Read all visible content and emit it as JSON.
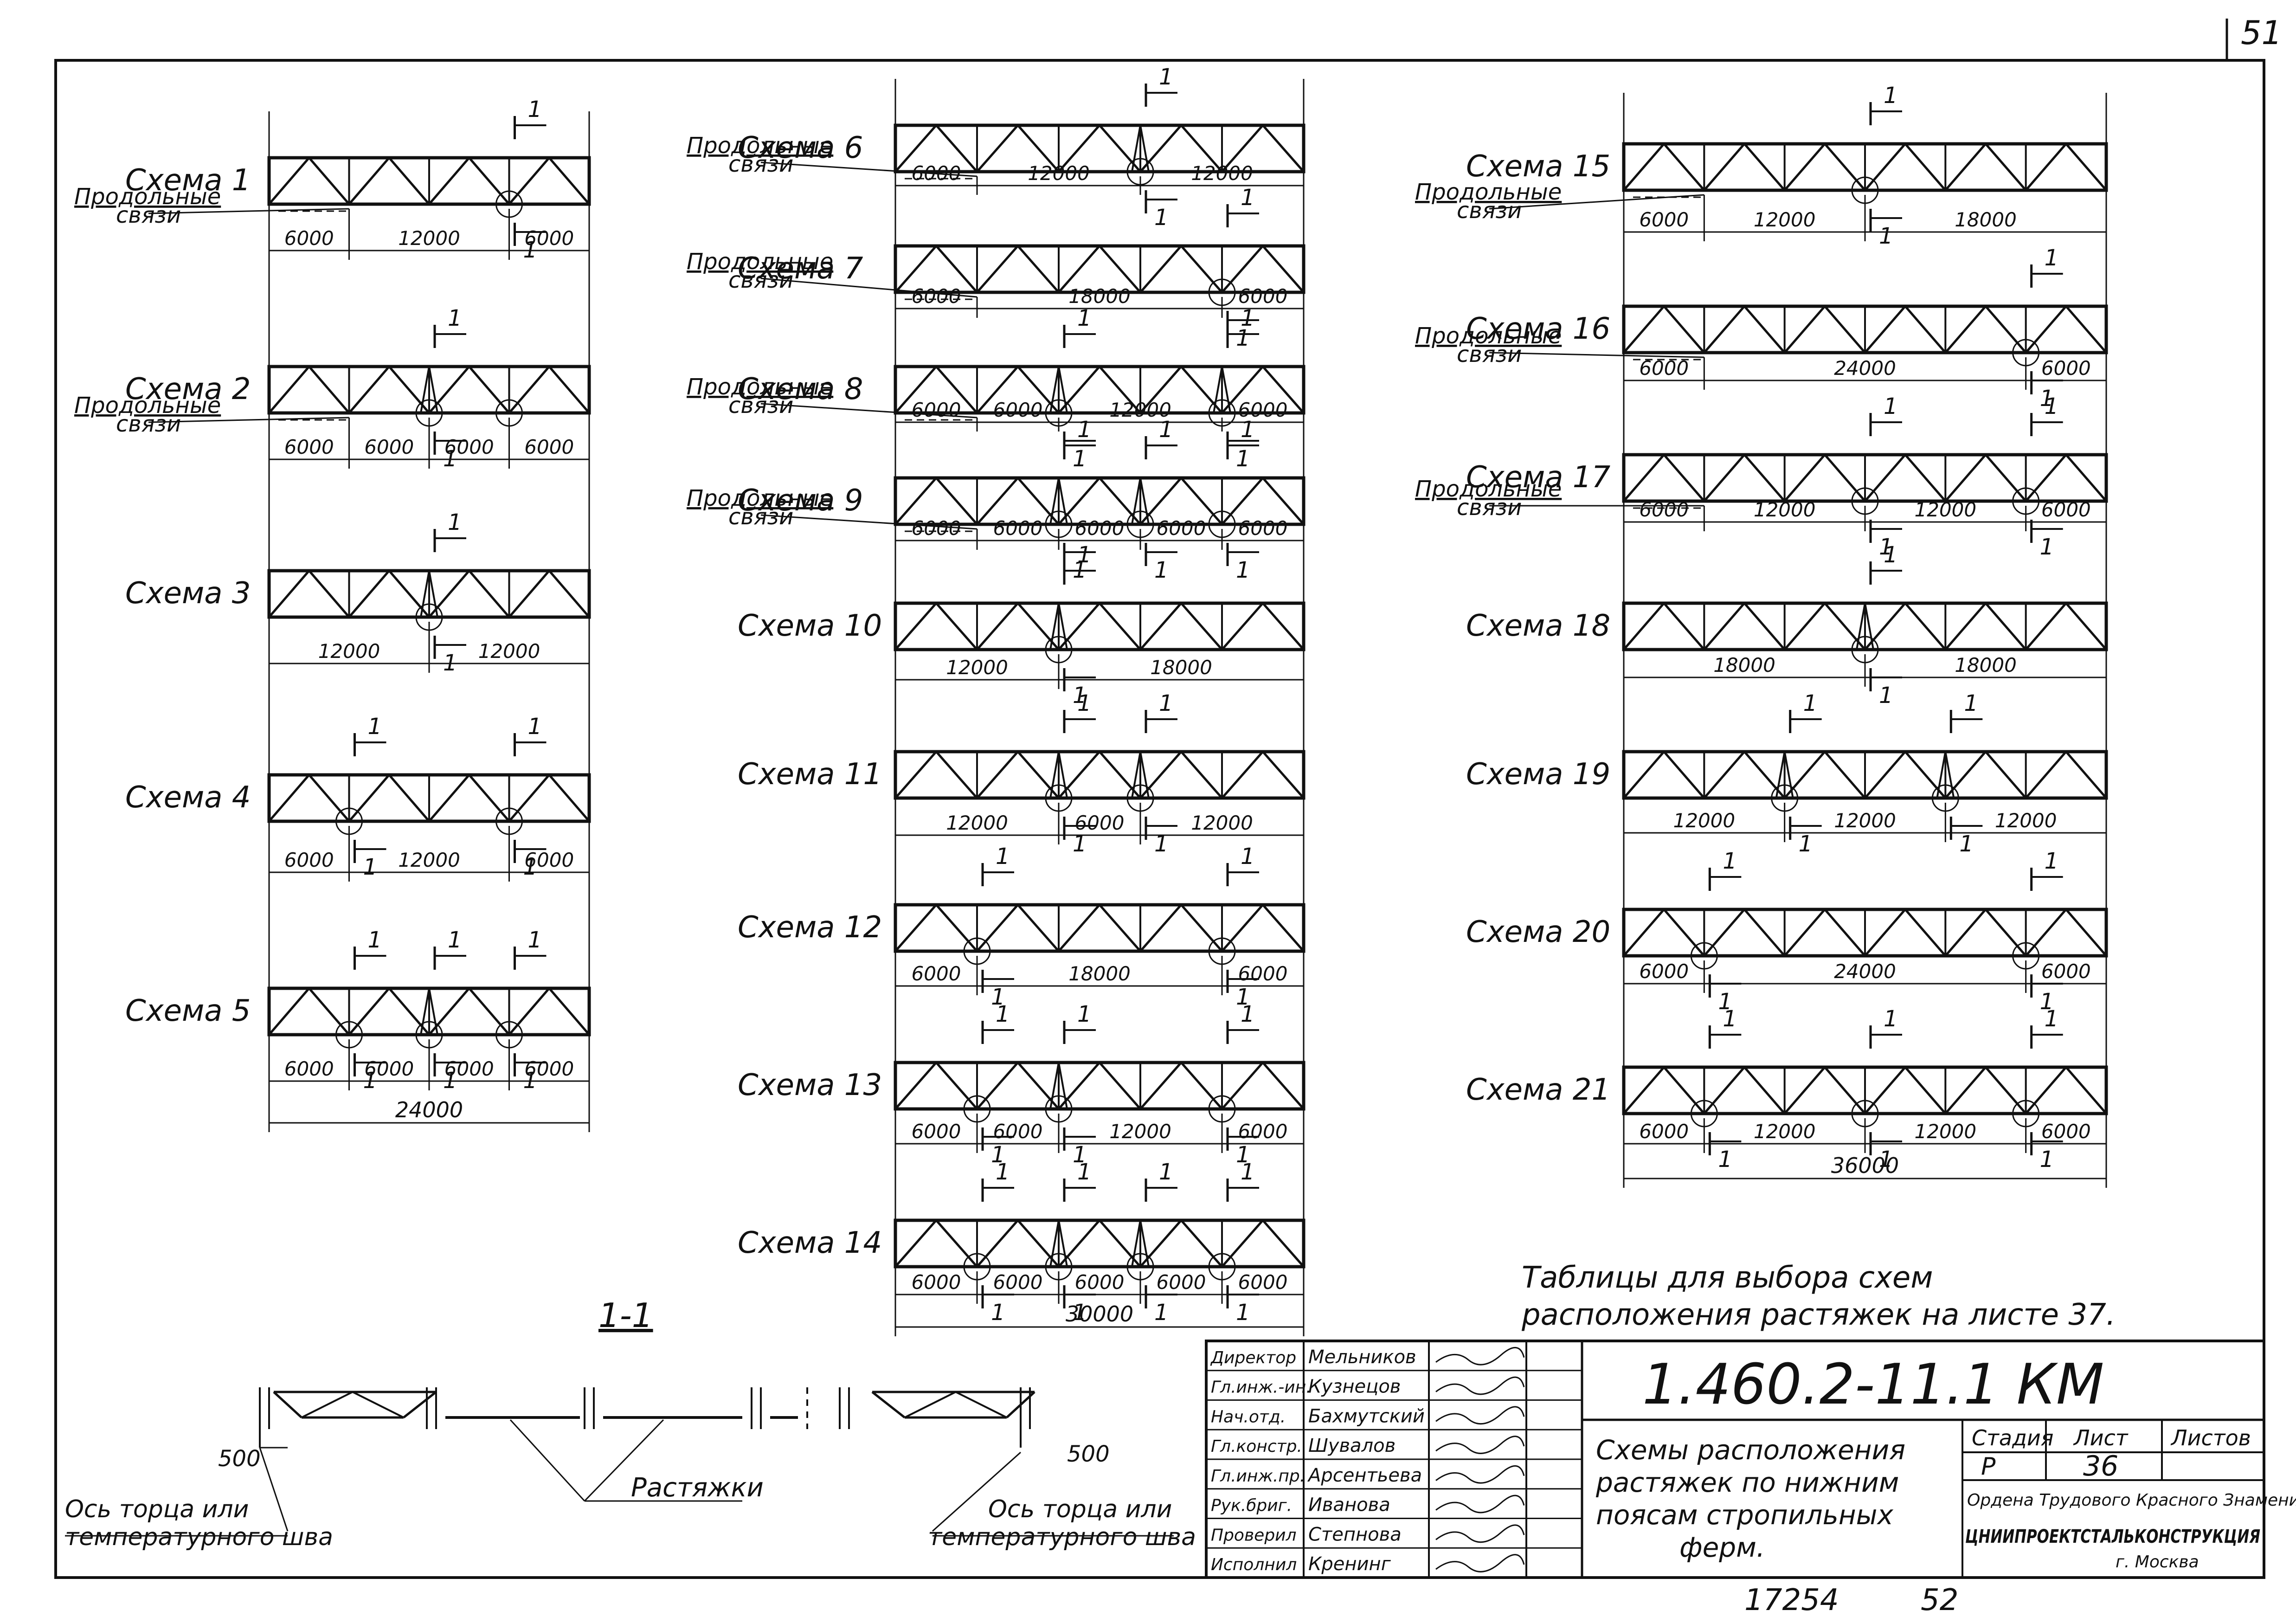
{
  "sheet_corner_number": "51",
  "schemes": [
    {
      "label": "Схема 1",
      "panels": [
        1,
        2,
        1
      ],
      "dims": [
        "6000",
        "12000",
        "6000"
      ],
      "marks": [
        3
      ],
      "splices": [],
      "tie_label": "Продольные связи"
    },
    {
      "label": "Схема 2",
      "panels": [
        1,
        1,
        1,
        1
      ],
      "dims": [
        "6000",
        "6000",
        "6000",
        "6000"
      ],
      "marks": [
        2
      ],
      "splices": [
        2
      ],
      "extra_circles": [
        3
      ],
      "tie_label": "Продольные связи"
    },
    {
      "label": "Схема 3",
      "panels": [
        2,
        2
      ],
      "dims": [
        "12000",
        "12000"
      ],
      "marks": [
        2
      ],
      "splices": [
        2
      ]
    },
    {
      "label": "Схема 4",
      "panels": [
        1,
        2,
        1
      ],
      "dims": [
        "6000",
        "12000",
        "6000"
      ],
      "marks": [
        1,
        3
      ],
      "splices": []
    },
    {
      "label": "Схема 5",
      "panels": [
        1,
        1,
        1,
        1
      ],
      "dims": [
        "6000",
        "6000",
        "6000",
        "6000"
      ],
      "marks": [
        1,
        2,
        3
      ],
      "splices": [
        2
      ],
      "total": "24000"
    },
    {
      "label": "Схема 6",
      "panels": [
        1,
        2,
        2
      ],
      "dims": [
        "6000",
        "12000",
        "12000"
      ],
      "marks": [
        3
      ],
      "splices": [
        3
      ],
      "tie_label": "Продольные связи"
    },
    {
      "label": "Схема 7",
      "panels": [
        1,
        3,
        1
      ],
      "dims": [
        "6000",
        "18000",
        "6000"
      ],
      "marks": [
        4
      ],
      "splices": [],
      "tie_label": "Продольные связи"
    },
    {
      "label": "Схема 8",
      "panels": [
        1,
        1,
        2,
        1
      ],
      "dims": [
        "6000",
        "6000",
        "12000",
        "6000"
      ],
      "marks": [
        2,
        4
      ],
      "splices": [
        2,
        4
      ],
      "tie_label": "Продольные связи"
    },
    {
      "label": "Схема 9",
      "panels": [
        1,
        1,
        1,
        1,
        1
      ],
      "dims": [
        "6000",
        "6000",
        "6000",
        "6000",
        "6000"
      ],
      "marks": [
        2,
        3,
        4
      ],
      "splices": [
        2,
        3
      ],
      "tie_label": "Продольные связи"
    },
    {
      "label": "Схема 10",
      "panels": [
        2,
        3
      ],
      "dims": [
        "12000",
        "18000"
      ],
      "marks": [
        2
      ],
      "splices": [
        2
      ]
    },
    {
      "label": "Схема 11",
      "panels": [
        2,
        1,
        2
      ],
      "dims": [
        "12000",
        "6000",
        "12000"
      ],
      "marks": [
        2,
        3
      ],
      "splices": [
        2,
        3
      ]
    },
    {
      "label": "Схема 12",
      "panels": [
        1,
        3,
        1
      ],
      "dims": [
        "6000",
        "18000",
        "6000"
      ],
      "marks": [
        1,
        4
      ],
      "splices": []
    },
    {
      "label": "Схема 13",
      "panels": [
        1,
        1,
        2,
        1
      ],
      "dims": [
        "6000",
        "6000",
        "12000",
        "6000"
      ],
      "marks": [
        1,
        2,
        4
      ],
      "splices": [
        2
      ]
    },
    {
      "label": "Схема 14",
      "panels": [
        1,
        1,
        1,
        1,
        1
      ],
      "dims": [
        "6000",
        "6000",
        "6000",
        "6000",
        "6000"
      ],
      "marks": [
        1,
        2,
        3,
        4
      ],
      "splices": [
        2,
        3
      ],
      "total": "30000"
    },
    {
      "label": "Схема 15",
      "panels": [
        1,
        2,
        3
      ],
      "dims": [
        "6000",
        "12000",
        "18000"
      ],
      "marks": [
        3
      ],
      "splices": [],
      "tie_label": "Продольные связи"
    },
    {
      "label": "Схема 16",
      "panels": [
        1,
        4,
        1
      ],
      "dims": [
        "6000",
        "24000",
        "6000"
      ],
      "marks": [
        5
      ],
      "splices": [],
      "tie_label": "Продольные связи"
    },
    {
      "label": "Схема 17",
      "panels": [
        1,
        2,
        2,
        1
      ],
      "dims": [
        "6000",
        "12000",
        "12000",
        "6000"
      ],
      "marks": [
        3,
        5
      ],
      "splices": [],
      "tie_label": "Продольные связи"
    },
    {
      "label": "Схема 18",
      "panels": [
        3,
        3
      ],
      "dims": [
        "18000",
        "18000"
      ],
      "marks": [
        3
      ],
      "splices": [
        3
      ]
    },
    {
      "label": "Схема 19",
      "panels": [
        2,
        2,
        2
      ],
      "dims": [
        "12000",
        "12000",
        "12000"
      ],
      "marks": [
        2,
        4
      ],
      "splices": [
        2,
        4
      ]
    },
    {
      "label": "Схема 20",
      "panels": [
        1,
        4,
        1
      ],
      "dims": [
        "6000",
        "24000",
        "6000"
      ],
      "marks": [
        1,
        5
      ],
      "splices": []
    },
    {
      "label": "Схема 21",
      "panels": [
        1,
        2,
        2,
        1
      ],
      "dims": [
        "6000",
        "12000",
        "12000",
        "6000"
      ],
      "marks": [
        1,
        3,
        5
      ],
      "splices": [],
      "total": "36000"
    }
  ],
  "section_mark_label": "1",
  "note": "Таблицы для выбора схем расположения растяжек на листе 37.",
  "section": {
    "title": "1-1",
    "dim_left": "500",
    "dim_right": "500",
    "label_ties": "Растяжки",
    "label_axis_left": "Ось торца или температурного шва",
    "label_axis_right": "Ось торца или температурного шва"
  },
  "title_block": {
    "code": "1.460.2-11.1 КМ",
    "title": "Схемы расположения растяжек по нижним поясам стропильных ферм.",
    "stage_header": "Стадия",
    "sheet_header": "Лист",
    "sheets_header": "Листов",
    "stage": "Р",
    "sheet": "36",
    "sheets": "",
    "org": "ЦНИИПРОЕКТСТАЛЬКОНСТРУКЦИЯ",
    "org_line1": "Ордена Трудового Красного Знамени",
    "city": "г. Москва",
    "staff": [
      {
        "role": "Директор",
        "name": "Мельников"
      },
      {
        "role": "Гл.инж.-ин.",
        "name": "Кузнецов"
      },
      {
        "role": "Нач.отд.",
        "name": "Бахмутский"
      },
      {
        "role": "Гл.констр.",
        "name": "Шувалов"
      },
      {
        "role": "Гл.инж.пр.",
        "name": "Арсентьева"
      },
      {
        "role": "Рук.бриг.",
        "name": "Иванова"
      },
      {
        "role": "Проверил",
        "name": "Степнова"
      },
      {
        "role": "Исполнил",
        "name": "Кренинг"
      }
    ]
  },
  "footer_left": "17254",
  "footer_right": "52"
}
